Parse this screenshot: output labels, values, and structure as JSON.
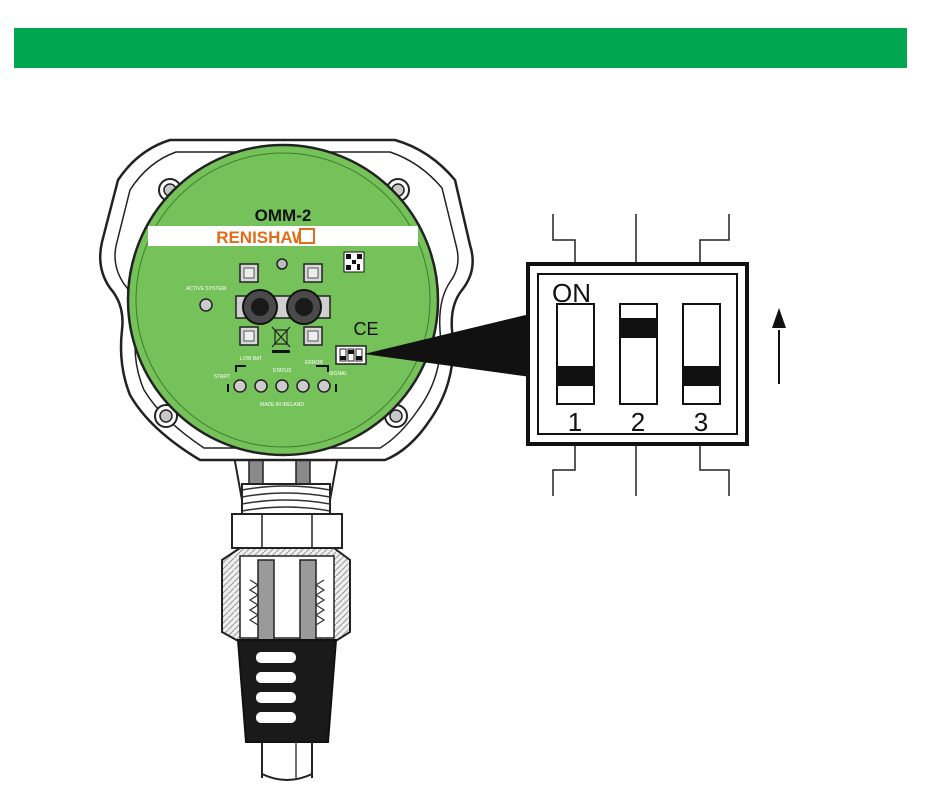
{
  "header": {
    "banner_color": "#00a651"
  },
  "device": {
    "model": "OMM-2",
    "brand": "RENISHAW",
    "brand_color": "#e36c1a",
    "face_color": "#76c25a",
    "labels": {
      "active_system": "ACTIVE SYSTEM",
      "low_bat": "LOW BAT",
      "signal": "SIGNAL",
      "status": "STATUS",
      "error": "ERROR",
      "start": "START",
      "made_in": "MADE IN IRELAND",
      "ce_mark": "CE"
    }
  },
  "dip_switch": {
    "on_label": "ON",
    "switches": [
      {
        "number": "1",
        "position": "off"
      },
      {
        "number": "2",
        "position": "on"
      },
      {
        "number": "3",
        "position": "off"
      }
    ]
  },
  "icons": {
    "direction": "up-arrow-icon",
    "disposal": "crossed-bin-icon"
  }
}
